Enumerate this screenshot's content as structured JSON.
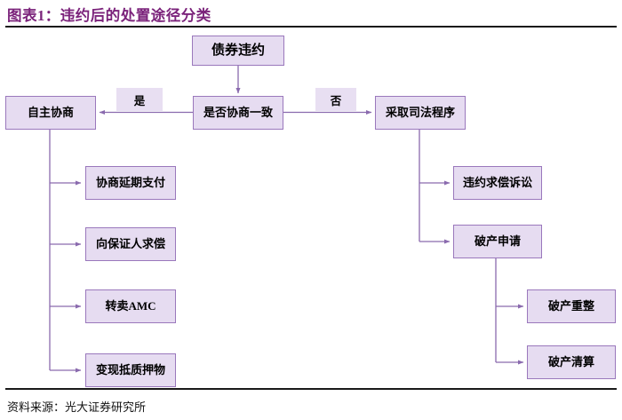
{
  "figure": {
    "title": "图表1：违约后的处置途径分类",
    "source": "资料来源：光大证券研究所"
  },
  "colors": {
    "title": "#7B237B",
    "node_fill": "#E6DCF1",
    "node_border": "#9A78BC",
    "connector": "#8A6AAE",
    "rule": "#1a1a1a"
  },
  "nodes": {
    "root": {
      "label": "债券违约"
    },
    "decision": {
      "label": "是否协商一致"
    },
    "branch_yes": {
      "label": "自主协商"
    },
    "branch_no": {
      "label": "采取司法程序"
    },
    "yes_children": [
      {
        "label": "协商延期支付"
      },
      {
        "label": "向保证人求偿"
      },
      {
        "label": "转卖AMC"
      },
      {
        "label": "变现抵质押物"
      }
    ],
    "no_children": [
      {
        "label": "违约求偿诉讼"
      },
      {
        "label": "破产申请"
      }
    ],
    "bankruptcy_children": [
      {
        "label": "破产重整"
      },
      {
        "label": "破产清算"
      }
    ]
  },
  "edge_labels": {
    "yes": "是",
    "no": "否"
  }
}
